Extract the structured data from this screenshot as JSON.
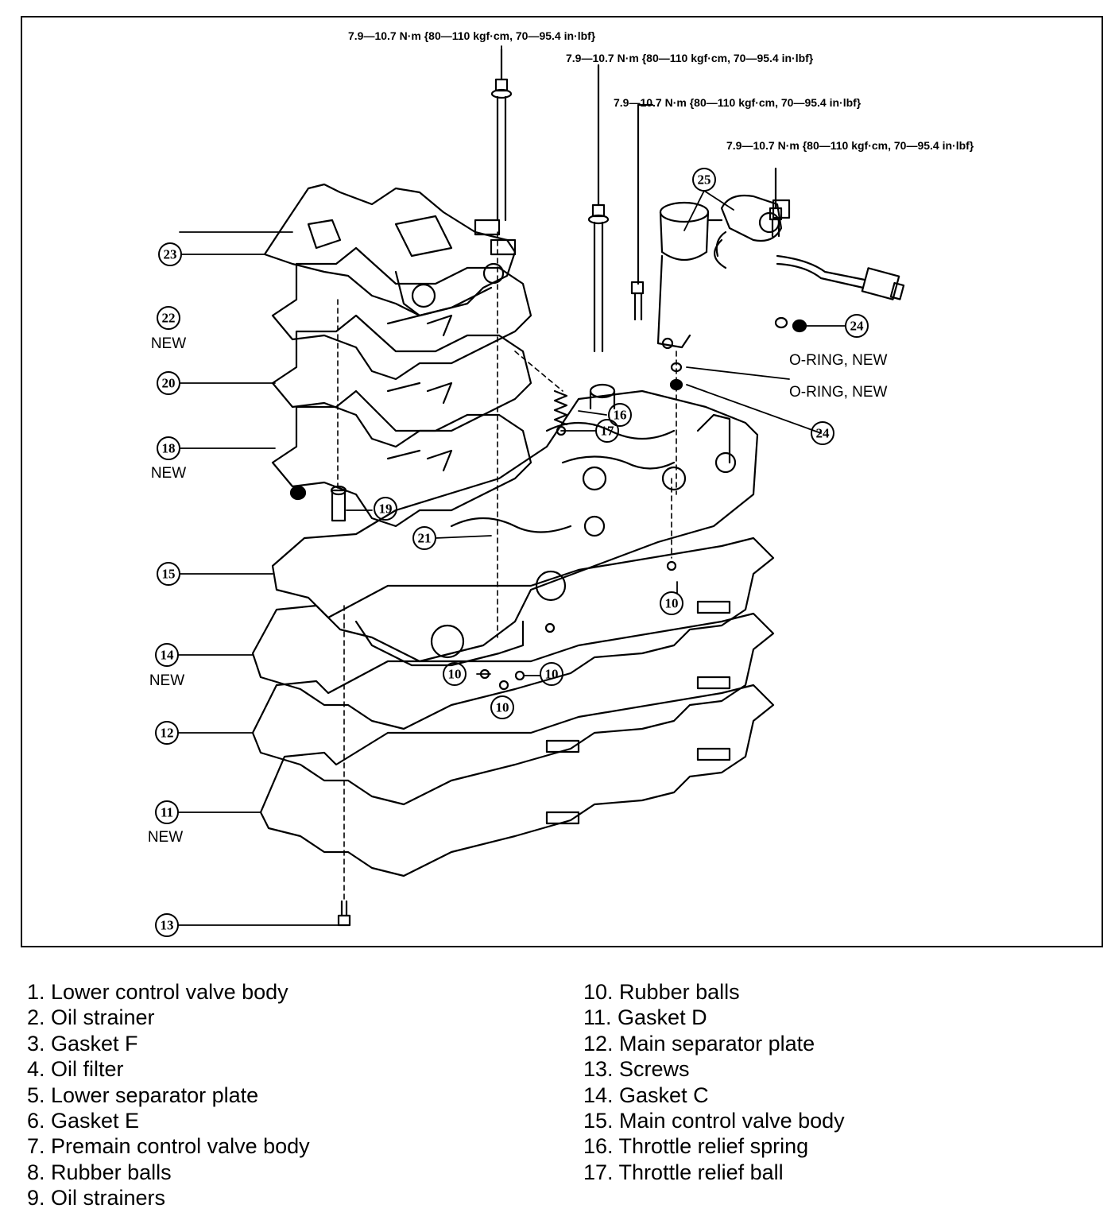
{
  "torque_specs": [
    "7.9—10.7 N·m {80—110 kgf·cm, 70—95.4 in·lbf}",
    "7.9—10.7 N·m {80—110 kgf·cm, 70—95.4 in·lbf}",
    "7.9—10.7 N·m {80—110 kgf·cm, 70—95.4 in·lbf}",
    "7.9—10.7 N·m {80—110 kgf·cm, 70—95.4 in·lbf}"
  ],
  "callouts": {
    "c23": "23",
    "c22": "22",
    "c20": "20",
    "c18": "18",
    "c19": "19",
    "c21": "21",
    "c15": "15",
    "c14": "14",
    "c12": "12",
    "c11": "11",
    "c13": "13",
    "c16": "16",
    "c17": "17",
    "c25": "25",
    "c24a": "24",
    "c24b": "24",
    "c10a": "10",
    "c10b": "10",
    "c10c": "10",
    "c10d": "10"
  },
  "notes": {
    "new": "NEW",
    "oring": "O-RING, NEW"
  },
  "legend": {
    "left": [
      "1. Lower control valve body",
      "2. Oil strainer",
      "3. Gasket F",
      "4. Oil filter",
      "5. Lower separator plate",
      "6. Gasket E",
      "7. Premain control valve body",
      "8. Rubber balls",
      "9. Oil strainers"
    ],
    "right": [
      "10. Rubber balls",
      "11. Gasket D",
      "12. Main separator plate",
      "13. Screws",
      "14. Gasket C",
      "15. Main control valve body",
      "16. Throttle relief spring",
      "17. Throttle relief ball"
    ]
  }
}
